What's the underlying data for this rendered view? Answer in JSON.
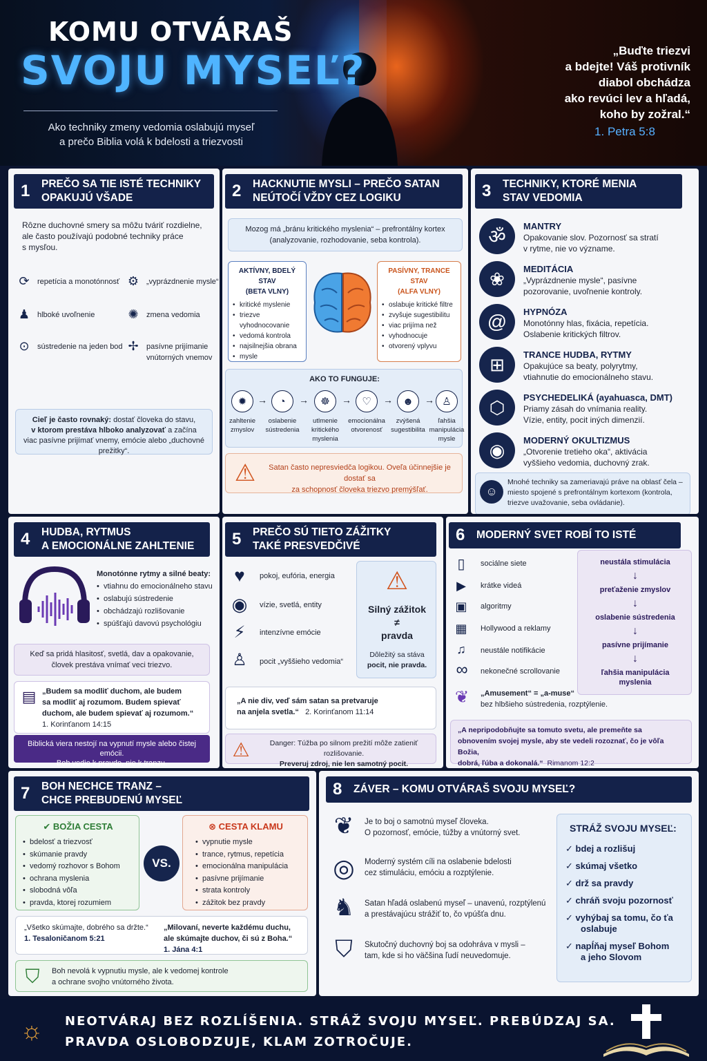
{
  "header": {
    "title_line1": "KOMU OTVÁRAŠ",
    "title_line2": "SVOJU MYSEĽ?",
    "subtitle_line1": "Ako techniky zmeny vedomia oslabujú myseľ",
    "subtitle_line2": "a prečo Biblia volá k bdelosti a triezvosti",
    "quote_lines": [
      "„Buďte triezvi",
      "a bdejte! Váš protivník",
      "diabol obchádza",
      "ako revúci lev a hľadá,",
      "koho by zožral.“"
    ],
    "quote_ref": "1. Petra 5:8"
  },
  "s1": {
    "num": "1",
    "title_line1": "PREČO SA TIE ISTÉ TECHNIKY",
    "title_line2": "OPAKUJÚ VŠADE",
    "intro": [
      "Rôzne duchovné smery sa môžu tváriť rozdielne,",
      "ale často používajú podobné techniky práce",
      "s mysľou."
    ],
    "items": [
      "repetícia a monotónnosť",
      "„vyprázdnenie mysle“",
      "hlboké uvoľnenie",
      "zmena vedomia",
      "sústredenie na jeden bod",
      "pasívne prijímanie",
      "vnútorných vnemov"
    ],
    "goal_bold": "Cieľ je často rovnaký:",
    "goal_text1": " dostať človeka do stavu,",
    "goal_text2": "v ktorom prestáva hlboko analyzovať",
    "goal_text3": " a začína",
    "goal_text4": "viac pasívne prijímať vnemy, emócie alebo „duchovné prežitky“."
  },
  "s2": {
    "num": "2",
    "title_line1": "HACKNUTIE MYSLI – PREČO SATAN",
    "title_line2": "NEÚTOČÍ VŽDY CEZ LOGIKU",
    "intro1": "Mozog má „bránu kritického myslenia“ – prefrontálny kortex",
    "intro2": "(analyzovanie, rozhodovanie, seba kontrola).",
    "active_title1": "AKTÍVNY, BDELÝ STAV",
    "active_title2": "(BETA VLNY)",
    "active_items": [
      "kritické myslenie",
      "triezve vyhodnocovanie",
      "vedomá kontrola",
      "najsilnejšia obrana",
      "mysle"
    ],
    "passive_title1": "PASÍVNY, TRANCE STAV",
    "passive_title2": "(ALFA VLNY)",
    "passive_items": [
      "oslabuje kritické filtre",
      "zvyšuje sugestibilitu",
      "viac prijíma než",
      "vyhodnocuje",
      "otvorený vplyvu"
    ],
    "how_title": "AKO TO FUNGUJE:",
    "steps": [
      [
        "zahltenie",
        "zmyslov"
      ],
      [
        "oslabenie",
        "sústredenia"
      ],
      [
        "utlmenie",
        "kritického",
        "myslenia"
      ],
      [
        "emocionálna",
        "otvorenosť"
      ],
      [
        "zvýšená",
        "sugestibilita"
      ],
      [
        "ľahšia",
        "manipulácia",
        "mysle"
      ]
    ],
    "warn1": "Satan často nepresviedča logikou. Oveľa účinnejšie je dostať sa",
    "warn2": "za schopnosť človeka triezvo premýšľať."
  },
  "s3": {
    "num": "3",
    "title_line1": "TECHNIKY, KTORÉ MENIA",
    "title_line2": "STAV VEDOMIA",
    "items": [
      {
        "t": "MANTRY",
        "d1": "Opakovanie slov. Pozornosť sa stratí",
        "d2": "v rytme, nie vo význame."
      },
      {
        "t": "MEDITÁCIA",
        "d1": "„Vyprázdnenie mysle“, pasívne",
        "d2": "pozorovanie, uvoľnenie kontroly."
      },
      {
        "t": "HYPNÓZA",
        "d1": "Monotónny hlas, fixácia, repetícia.",
        "d2": "Oslabenie kritických filtrov."
      },
      {
        "t": "TRANCE HUDBA, RYTMY",
        "d1": "Opakujúce sa beaty, polyrytmy,",
        "d2": "vtiahnutie do emocionálneho stavu."
      },
      {
        "t": "PSYCHEDELIKÁ (ayahuasca, DMT)",
        "d1": "Priamy zásah do vnímania reality.",
        "d2": "Vízie, entity, pocit iných dimenzií."
      },
      {
        "t": "MODERNÝ OKULTIZMUS",
        "d1": "„Otvorenie tretieho oka“, aktivácia",
        "d2": "vyššieho vedomia, duchovný zrak."
      }
    ],
    "note1": "Mnohé techniky sa zameriavajú práve na oblasť čela –",
    "note2": "miesto spojené s prefrontálnym kortexom (kontrola,",
    "note3": "triezve uvažovanie, seba ovládanie)."
  },
  "s4": {
    "num": "4",
    "title_line1": "HUDBA, RYTMUS",
    "title_line2": "A EMOCIONÁLNE ZAHLTENIE",
    "lead": "Monotónne rytmy a silné beaty:",
    "items": [
      "vtiahnu do emocionálneho stavu",
      "oslabujú sústredenie",
      "obchádzajú rozlišovanie",
      "spúšťajú davovú psychológiu"
    ],
    "box1": "Keď sa pridá hlasitosť, svetlá, dav a opakovanie,",
    "box2": "človek prestáva vnímať veci triezvo.",
    "q1": "„Budem sa modliť duchom, ale budem",
    "q2": "sa modliť aj rozumom. Budem spievať",
    "q3": "duchom, ale budem spievať aj rozumom.“",
    "qref": "1. Korinťanom 14:15",
    "bar1": "Biblická viera nestojí na vypnutí mysle alebo čistej emócii.",
    "bar2": "Boh vedie k pravde, nie k tranzu."
  },
  "s5": {
    "num": "5",
    "title_line1": "PREČO SÚ TIETO ZÁŽITKY",
    "title_line2": "TAKÉ PRESVEDČIVÉ",
    "items": [
      "pokoj, eufória, energia",
      "vízie, svetlá, entity",
      "intenzívne emócie",
      "pocit „vyššieho vedomia“"
    ],
    "strong": "Silný zážitok",
    "neq": "≠",
    "truth": "pravda",
    "imp1": "Dôležitý sa stáva",
    "imp2": "pocit, nie pravda.",
    "q1": "„A nie div, veď sám satan sa pretvaruje",
    "q2": "na anjela svetla.“",
    "qref": "2. Korinťanom 11:14",
    "d1": "Danger: Túžba po silnom prežití môže zatieniť rozlišovanie.",
    "d2": "Preveruj zdroj, nie len samotný pocit."
  },
  "s6": {
    "num": "6",
    "title": "MODERNÝ SVET ROBÍ TO ISTÉ",
    "items": [
      "sociálne siete",
      "krátke videá",
      "algoritmy",
      "Hollywood a reklamy",
      "neustále notifikácie",
      "nekonečné scrollovanie"
    ],
    "amuse1": "„Amusement“ = „a-muse“",
    "amuse2": "bez hlbšieho sústredenia, rozptýlenie.",
    "flow": [
      "neustála stimulácia",
      "preťaženie zmyslov",
      "oslabenie sústredenia",
      "pasívne prijímanie",
      "ľahšia manipulácia",
      "myslenia"
    ],
    "q1": "„A nepripodobňujte sa tomuto svetu, ale premeňte sa",
    "q2": "obnovením svojej mysle, aby ste vedeli rozoznať, čo je vôľa Božia,",
    "q3": "dobrá, ľúba a dokonalá.“",
    "qref": "Rimanom 12:2"
  },
  "s7": {
    "num": "7",
    "title_line1": "BOH NECHCE TRANZ –",
    "title_line2": "CHCE PREBUDENÚ MYSEĽ",
    "god_title": "BOŽIA CESTA",
    "god_items": [
      "bdelosť a triezvosť",
      "skúmanie pravdy",
      "vedomý rozhovor s Bohom",
      "ochrana myslenia",
      "slobodná vôľa",
      "pravda, ktorej rozumiem"
    ],
    "vs": "VS.",
    "lie_title": "CESTA KLAMU",
    "lie_items": [
      "vypnutie mysle",
      "trance, rytmus, repetícia",
      "emocionálna manipulácia",
      "pasívne prijímanie",
      "strata kontroly",
      "zážitok bez pravdy"
    ],
    "qa1": "„Všetko skúmajte, dobrého sa držte.“",
    "qaref": "1. Tesaloničanom 5:21",
    "qb1": "„Milovaní, neverte každému duchu,",
    "qb2": "ale skúmajte duchov, či sú z Boha.“",
    "qbref": "1. Jána 4:1",
    "shield1": "Boh nevolá k vypnutiu mysle, ale k vedomej kontrole",
    "shield2": "a ochrane svojho vnútorného života."
  },
  "s8": {
    "num": "8",
    "title": "ZÁVER – KOMU OTVÁRAŠ SVOJU MYSEĽ?",
    "items": [
      [
        "Je to boj o samotnú myseľ človeka.",
        "O pozornosť, emócie, túžby a vnútorný svet."
      ],
      [
        "Moderný systém cíli na oslabenie bdelosti",
        "cez stimuláciu, emóciu a rozptýlenie."
      ],
      [
        "Satan hľadá oslabenú myseľ – unavenú, rozptýlenú",
        "a prestávajúcu strážiť to, čo vpúšťa dnu."
      ],
      [
        "Skutočný duchovný boj sa odohráva v mysli –",
        "tam, kde si ho väčšina ľudí neuvedomuje."
      ]
    ],
    "guard_title": "STRÁŽ SVOJU MYSEĽ:",
    "guard_items": [
      "bdej a rozlišuj",
      "skúmaj všetko",
      "drž sa pravdy",
      "chráň svoju pozornosť",
      "vyhýbaj sa tomu, čo ťa",
      "oslabuje",
      "napĺňaj myseľ Bohom",
      "a jeho Slovom"
    ]
  },
  "footer": {
    "line1": "NEOTVÁRAJ BEZ ROZLÍŠENIA. STRÁŽ SVOJU MYSEĽ. PREBÚDZAJ SA.",
    "line2": "PRAVDA OSLOBODZUJE, KLAM ZOTROČUJE."
  },
  "colors": {
    "navy": "#14224a",
    "blue": "#4fb4ff",
    "red": "#e36a2a",
    "purple": "#4a2a86",
    "green": "#2e8b3e"
  }
}
